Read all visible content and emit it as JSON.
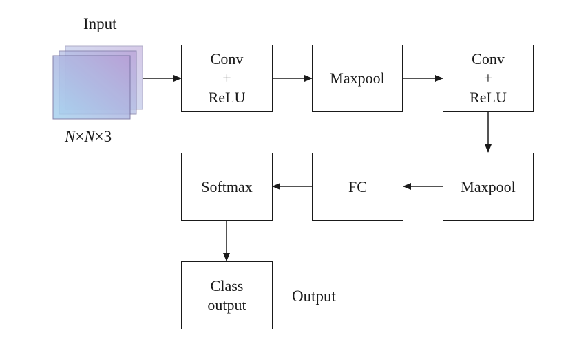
{
  "input": {
    "title": "Input",
    "dimension": {
      "n1": "N",
      "times1": "×",
      "n2": "N",
      "times2": "×",
      "channels": "3"
    }
  },
  "nodes": {
    "conv1": {
      "lines": [
        "Conv",
        "+",
        "ReLU"
      ]
    },
    "pool1": {
      "lines": [
        "Maxpool"
      ]
    },
    "conv2": {
      "lines": [
        "Conv",
        "+",
        "ReLU"
      ]
    },
    "pool2": {
      "lines": [
        "Maxpool"
      ]
    },
    "fc": {
      "lines": [
        "FC"
      ]
    },
    "softmax": {
      "lines": [
        "Softmax"
      ]
    },
    "class": {
      "lines": [
        "Class",
        "output"
      ]
    }
  },
  "output_label": "Output",
  "colors": {
    "stroke": "#1a1a1a",
    "image_a": "#a7d3ef",
    "image_b": "#b79fd6",
    "image_frame": "#6f6a9a"
  }
}
